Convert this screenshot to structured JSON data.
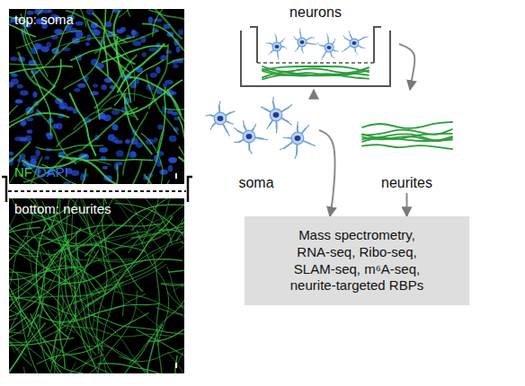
{
  "diagram": {
    "nodes": [
      {
        "text": [
          "top: soma",
          "NF",
          "DAPI"
        ]
      },
      {
        "text": [
          "bottom: neurites"
        ]
      },
      {
        "text": [
          "neurons"
        ]
      },
      {
        "text": [
          "soma"
        ]
      },
      {
        "text": [
          "neurites"
        ]
      },
      {
        "text": [
          "Mass spectrometry, RNA-seq, Ribo-seq, SLAM-seq, m⁶A-seq, neurite-targeted RBPs"
        ]
      }
    ],
    "edges": [
      {
        "from": 2,
        "to": 3,
        "arrow": "to"
      },
      {
        "from": 2,
        "to": 4,
        "arrow": "to"
      },
      {
        "from": 3,
        "to": 5,
        "arrow": "to"
      },
      {
        "from": 4,
        "to": 5,
        "arrow": "to"
      }
    ]
  }
}
